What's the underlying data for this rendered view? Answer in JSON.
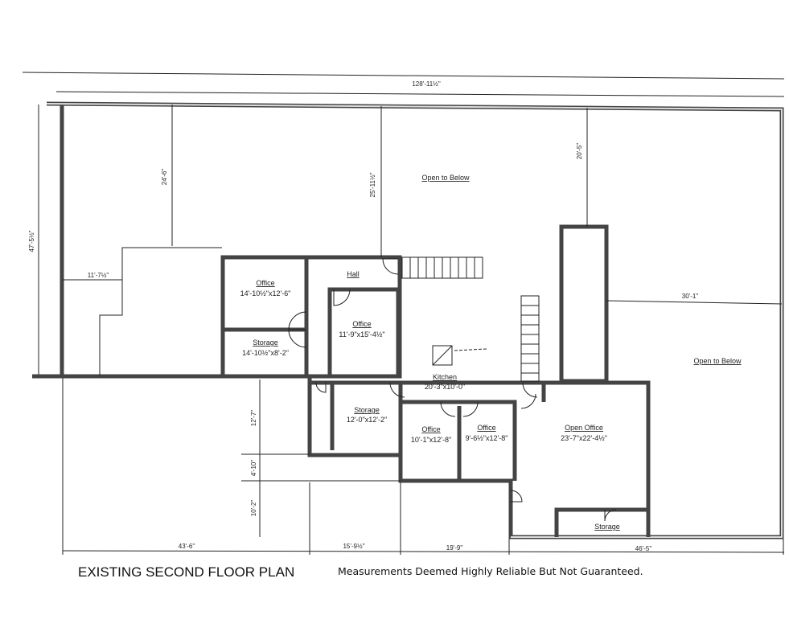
{
  "plan": {
    "title": "EXISTING SECOND FLOOR PLAN",
    "disclaimer": "Measurements Deemed Highly Reliable But Not Guaranteed.",
    "rooms": {
      "open_below_1": {
        "name": "Open to Below"
      },
      "open_below_2": {
        "name": "Open to Below"
      },
      "office_1": {
        "name": "Office",
        "size": "14'-10½\"x12'-6\""
      },
      "storage_1": {
        "name": "Storage",
        "size": "14'-10½\"x8'-2\""
      },
      "hall": {
        "name": "Hall"
      },
      "office_2": {
        "name": "Office",
        "size": "11'-9\"x15'-4½\""
      },
      "kitchen": {
        "name": "Kitchen",
        "size": "20'-3\"x10'-0\""
      },
      "storage_2": {
        "name": "Storage",
        "size": "12'-0\"x12'-2\""
      },
      "office_3": {
        "name": "Office",
        "size": "10'-1\"x12'-8\""
      },
      "office_4": {
        "name": "Office",
        "size": "9'-6½\"x12'-8\""
      },
      "open_office": {
        "name": "Open Office",
        "size": "23'-7\"x22'-4½\""
      },
      "storage_3": {
        "name": "Storage"
      }
    },
    "dimensions": {
      "overall_width": "128'-11½\"",
      "overall_depth": "47'-5½\"",
      "d_24_6": "24'-6\"",
      "d_25_11": "25'-11½\"",
      "d_20_5": "20'-5\"",
      "d_11_7": "11'-7½\"",
      "d_30_1": "30'-1\"",
      "d_12_7": "12'-7\"",
      "d_4_10": "4'-10\"",
      "d_10_2": "10'-2\"",
      "b_43_6": "43'-6\"",
      "b_15_9": "15'-9½\"",
      "b_19_9": "19'-9\"",
      "b_46_5": "46'-5\""
    }
  }
}
